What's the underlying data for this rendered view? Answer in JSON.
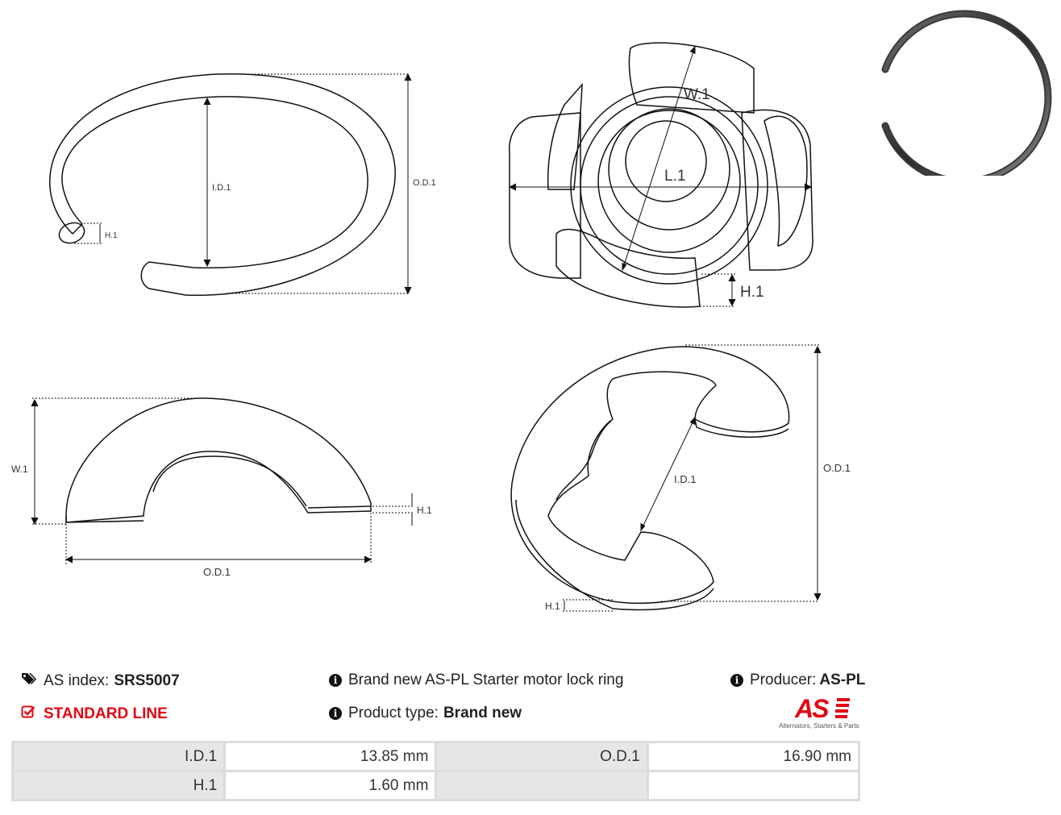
{
  "drawings": {
    "ring_side": {
      "id_label": "I.D.1",
      "od_label": "O.D.1",
      "h_label": "H.1"
    },
    "assembly": {
      "w_label": "W.1",
      "l_label": "L.1",
      "h_label": "H.1"
    },
    "arc_profile": {
      "w_label": "W.1",
      "od_label": "O.D.1",
      "h_label": "H.1"
    },
    "clip_top": {
      "id_label": "I.D.1",
      "od_label": "O.D.1",
      "h_label": "H.1"
    }
  },
  "info": {
    "as_index_label": "AS index:",
    "as_index_value": "SRS5007",
    "line_label": "STANDARD LINE",
    "description": "Brand new AS-PL Starter motor lock ring",
    "product_type_label": "Product type:",
    "product_type_value": "Brand new",
    "producer_label": "Producer:",
    "producer_value": "AS-PL"
  },
  "logo": {
    "text": "AS",
    "tagline": "Alternators, Starters & Parts",
    "color": "#e30613"
  },
  "specs": [
    {
      "label": "I.D.1",
      "value": "13.85 mm",
      "label2": "O.D.1",
      "value2": "16.90 mm"
    },
    {
      "label": "H.1",
      "value": "1.60 mm",
      "label2": "",
      "value2": ""
    }
  ],
  "colors": {
    "accent": "#e30613",
    "table_label_bg": "#e6e6e6",
    "table_border": "#dcdcdc"
  }
}
